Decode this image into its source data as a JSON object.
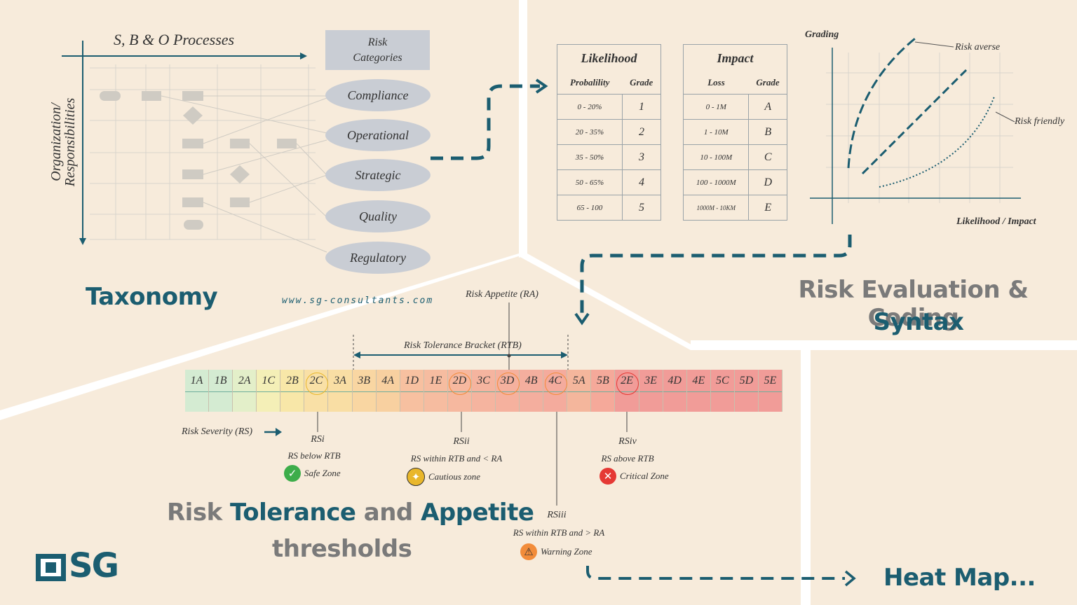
{
  "taxonomy": {
    "heading": "Taxonomy",
    "x_axis_label": "S, B & O Processes",
    "y_axis_label_line1": "Organization/",
    "y_axis_label_line2": "Responsibilities",
    "categories_header_line1": "Risk",
    "categories_header_line2": "Categories",
    "categories": [
      "Compliance",
      "Operational",
      "Strategic",
      "Quality",
      "Regulatory"
    ]
  },
  "website": "www.sg-consultants.com",
  "evaluation": {
    "heading_line1": "Risk Evaluation & Coding",
    "heading_line2": "Syntax",
    "likelihood": {
      "title": "Likelihood",
      "col1": "Probalility",
      "col2": "Grade",
      "rows": [
        [
          "0 - 20%",
          "1"
        ],
        [
          "20 - 35%",
          "2"
        ],
        [
          "35 - 50%",
          "3"
        ],
        [
          "50 - 65%",
          "4"
        ],
        [
          "65 - 100",
          "5"
        ]
      ]
    },
    "impact": {
      "title": "Impact",
      "col1": "Loss",
      "col2": "Grade",
      "rows": [
        [
          "0 - 1M",
          "A"
        ],
        [
          "1 - 10M",
          "B"
        ],
        [
          "10 - 100M",
          "C"
        ],
        [
          "100 - 1000M",
          "D"
        ],
        [
          "1000M - 10KM",
          "E"
        ]
      ]
    },
    "graph": {
      "y_label": "Grading",
      "x_label": "Likelihood / Impact",
      "risk_averse": "Risk averse",
      "risk_friendly": "Risk friendly"
    }
  },
  "tolerance": {
    "heading_part1": "Risk",
    "heading_part2": "Tolerance",
    "heading_part3": "and",
    "heading_part4": "Appetite",
    "heading_line2": "thresholds",
    "risk_appetite": "Risk Appetite (RA)",
    "bracket_label": "Risk Tolerance Bracket (RTB)",
    "severity_label": "Risk Severity (RS)",
    "cells": [
      "1A",
      "1B",
      "2A",
      "1C",
      "2B",
      "2C",
      "3A",
      "3B",
      "4A",
      "1D",
      "1E",
      "2D",
      "3C",
      "3D",
      "4B",
      "4C",
      "5A",
      "5B",
      "2E",
      "3E",
      "4D",
      "4E",
      "5C",
      "5D",
      "5E"
    ],
    "cell_colors": [
      "#d4ebd2",
      "#d4ebd2",
      "#e3efc9",
      "#f4efb7",
      "#f8e7a8",
      "#f9e0a6",
      "#f9dea4",
      "#f9d6a2",
      "#f8d0a0",
      "#f7c0a0",
      "#f6bca0",
      "#f6b89f",
      "#f5b49f",
      "#f5b19e",
      "#f4ae9e",
      "#f4ab9d",
      "#f4b69c",
      "#f5a99a",
      "#f19c98",
      "#f19c98",
      "#f19c98",
      "#f19c98",
      "#f19c98",
      "#f19c98",
      "#f19c98"
    ],
    "zones": {
      "rsi": {
        "code": "RSi",
        "desc": "RS below RTB",
        "zone": "Safe Zone",
        "color": "#3dad4a"
      },
      "rsii": {
        "code": "RSii",
        "desc": "RS within RTB and < RA",
        "zone": "Cautious zone",
        "color": "#e9b72b"
      },
      "rsiii": {
        "code": "RSiii",
        "desc": "RS within RTB and > RA",
        "zone": "Warning Zone",
        "color": "#f28c3a"
      },
      "rsiv": {
        "code": "RSiv",
        "desc": "RS above RTB",
        "zone": "Critical Zone",
        "color": "#e53935"
      }
    }
  },
  "heatmap": "Heat Map...",
  "logo": "SG",
  "colors": {
    "teal": "#1b5d70",
    "background": "#f7ebdb",
    "grey_heading": "#7a7a7a"
  }
}
